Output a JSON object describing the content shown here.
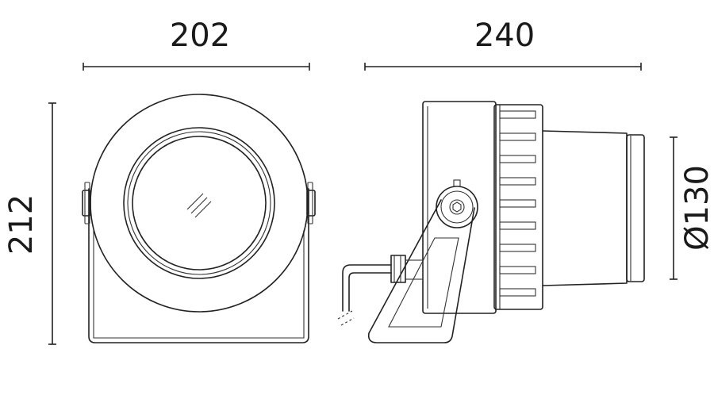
{
  "dimensions": {
    "front_width": "202",
    "side_length": "240",
    "height": "212",
    "diameter": "Ø130"
  }
}
